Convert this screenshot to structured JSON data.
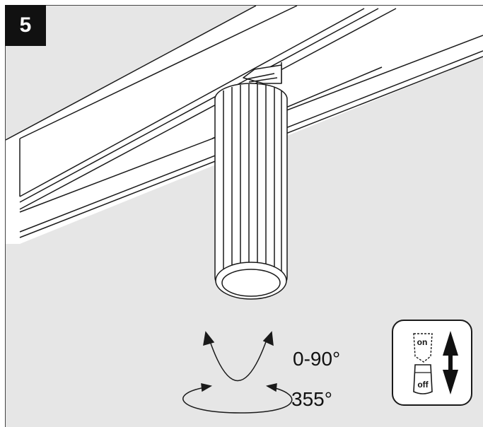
{
  "step": {
    "number": "5"
  },
  "labels": {
    "tilt": "0-90°",
    "rotation": "355°"
  },
  "switch": {
    "on_label": "on",
    "off_label": "off"
  },
  "colors": {
    "panel_bg": "#e6e6e6",
    "line": "#1a1a1a",
    "badge_bg": "#111111",
    "badge_text": "#ffffff"
  },
  "icons": [
    "tilt-arrows-icon",
    "rotation-arrow-icon",
    "on-off-switch-icon",
    "up-down-arrow-icon"
  ]
}
